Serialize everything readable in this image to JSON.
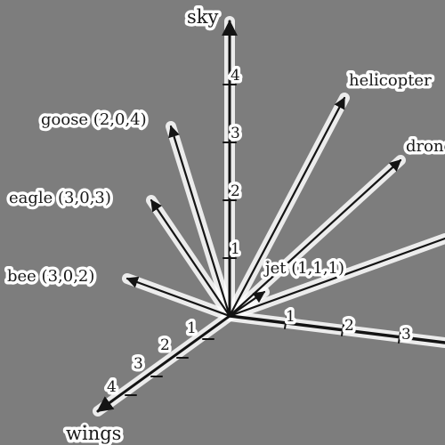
{
  "axes": {
    "vertical": {
      "label": "sky",
      "ticks": [
        "1",
        "2",
        "3",
        "4"
      ]
    },
    "right": {
      "ticks": [
        "1",
        "2",
        "3"
      ]
    },
    "lower_left": {
      "label": "wings",
      "ticks": [
        "1",
        "2",
        "3",
        "4"
      ]
    }
  },
  "vectors": [
    {
      "label": "bee (3,0,2)"
    },
    {
      "label": "eagle (3,0,3)"
    },
    {
      "label": "goose (2,0,4)"
    },
    {
      "label": "jet (1,1,1)"
    },
    {
      "label": "helicopter"
    },
    {
      "label": "drone"
    }
  ],
  "colors": {
    "background": "#7d7d7d",
    "ink": "#141414",
    "halo": "#ffffff"
  }
}
